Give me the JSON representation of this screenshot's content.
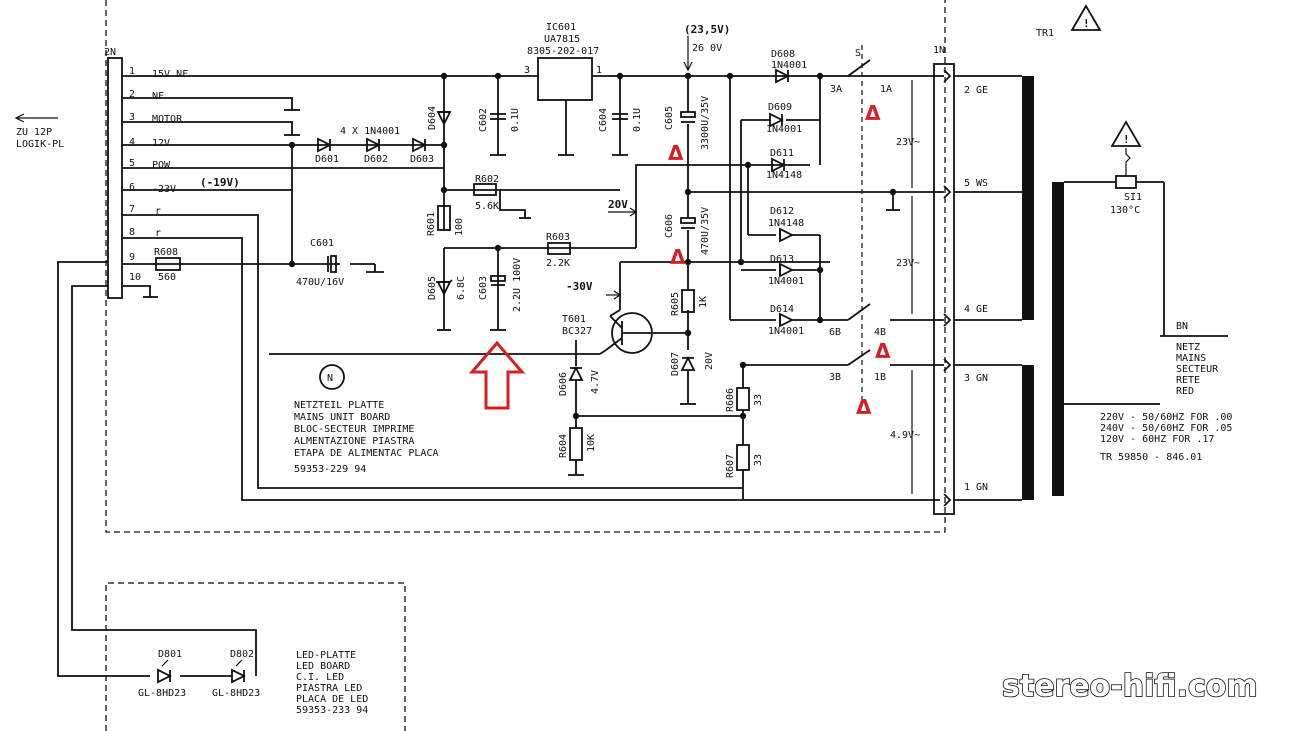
{
  "ic": {
    "ref": "IC601",
    "type": "UA7815",
    "part": "8305-202-017",
    "vin_note": "(23,5V)",
    "vin": "26 0V",
    "pin_in": "3",
    "pin_out": "1"
  },
  "connector_2n": {
    "ref": "2N",
    "pins": [
      "1",
      "2",
      "3",
      "4",
      "5",
      "6",
      "7",
      "8",
      "9",
      "10"
    ],
    "signals": [
      "15V NF",
      "NF",
      "MOTOR",
      "12V",
      "POW",
      "-23V",
      "(-19V)",
      "r",
      "r"
    ],
    "to_label_1": "ZU 12P",
    "to_label_2": "LOGIK-PL"
  },
  "diodes_group": "4 X 1N4001",
  "components": {
    "d601": "D601",
    "d602": "D602",
    "d603": "D603",
    "d604": "D604",
    "d605": "D605",
    "d605v": "6.8C",
    "d606": "D606",
    "d606v": "4.7V",
    "d607": "D607",
    "d607v": "20V",
    "c601": "C601",
    "c601v": "470U/16V",
    "c602": "C602",
    "c602v": "0.1U",
    "c603": "C603",
    "c603v": "2.2U 100V",
    "c604": "C604",
    "c604v": "0.1U",
    "c605": "C605",
    "c605v": "3300U/35V",
    "c606": "C606",
    "c606v": "470U/35V",
    "r601": "R601",
    "r601v": "100",
    "r602": "R602",
    "r602v": "5.6K",
    "r603": "R603",
    "r603v": "2.2K",
    "r604": "R604",
    "r604v": "10K",
    "r605": "R605",
    "r605v": "1K",
    "r606": "R606",
    "r606v": "33",
    "r607": "R607",
    "r607v": "33",
    "r608": "R608",
    "r608v": "560",
    "t601": "T601",
    "t601v": "BC327",
    "v20": "20V",
    "vm30": "-30V"
  },
  "rectifier": {
    "d608": "D608",
    "d608v": "1N4001",
    "d609": "D609",
    "d609v": "1N4001",
    "d611": "D611",
    "d611v": "1N4148",
    "d612": "D612",
    "d612v": "1N4148",
    "d613": "D613",
    "d613v": "1N4001",
    "d614": "D614",
    "d614v": "1N4001"
  },
  "switch": {
    "s": "S",
    "a3": "3A",
    "a1": "1A",
    "b6": "6B",
    "b4": "4B",
    "b3": "3B",
    "b1": "1B"
  },
  "connector_1n": {
    "ref": "1N",
    "pins": [
      "2 GE",
      "5 WS",
      "4 GE",
      "3 GN",
      "1 GN"
    ],
    "v1": "23V~",
    "v2": "23V~",
    "v3": "4.9V~"
  },
  "transformer": {
    "ref": "TR1",
    "fuse": "SI1",
    "fuse_temp": "130°C",
    "bn": "BN",
    "mains": [
      "NETZ",
      "MAINS",
      "SECTEUR",
      "RETE",
      "RED"
    ],
    "specs": [
      "220V - 50/60HZ FOR .00",
      "240V - 50/60HZ FOR .05",
      "120V - 60HZ FOR .17"
    ],
    "part": "TR 59850 - 846.01"
  },
  "board": {
    "marker": "N",
    "lines": [
      "NETZTEIL PLATTE",
      "MAINS UNIT BOARD",
      "BLOC-SECTEUR IMPRIME",
      "ALMENTAZIONE PIASTRA",
      "ETAPA DE ALIMENTAC PLACA",
      "59353-229 94"
    ]
  },
  "led_board": {
    "d801": "D801",
    "d802": "D802",
    "type1": "GL-8HD23",
    "type2": "GL-8HD23",
    "lines": [
      "LED-PLATTE",
      "LED BOARD",
      "C.I. LED",
      "PIASTRA LED",
      "PLACA DE LED",
      "59353-233 94"
    ]
  },
  "markers": {
    "delta": "Δ",
    "warning": "!"
  },
  "watermark": "stereo-hifi.com",
  "colors": {
    "annotation": "#d61f1f",
    "ink": "#111111"
  }
}
